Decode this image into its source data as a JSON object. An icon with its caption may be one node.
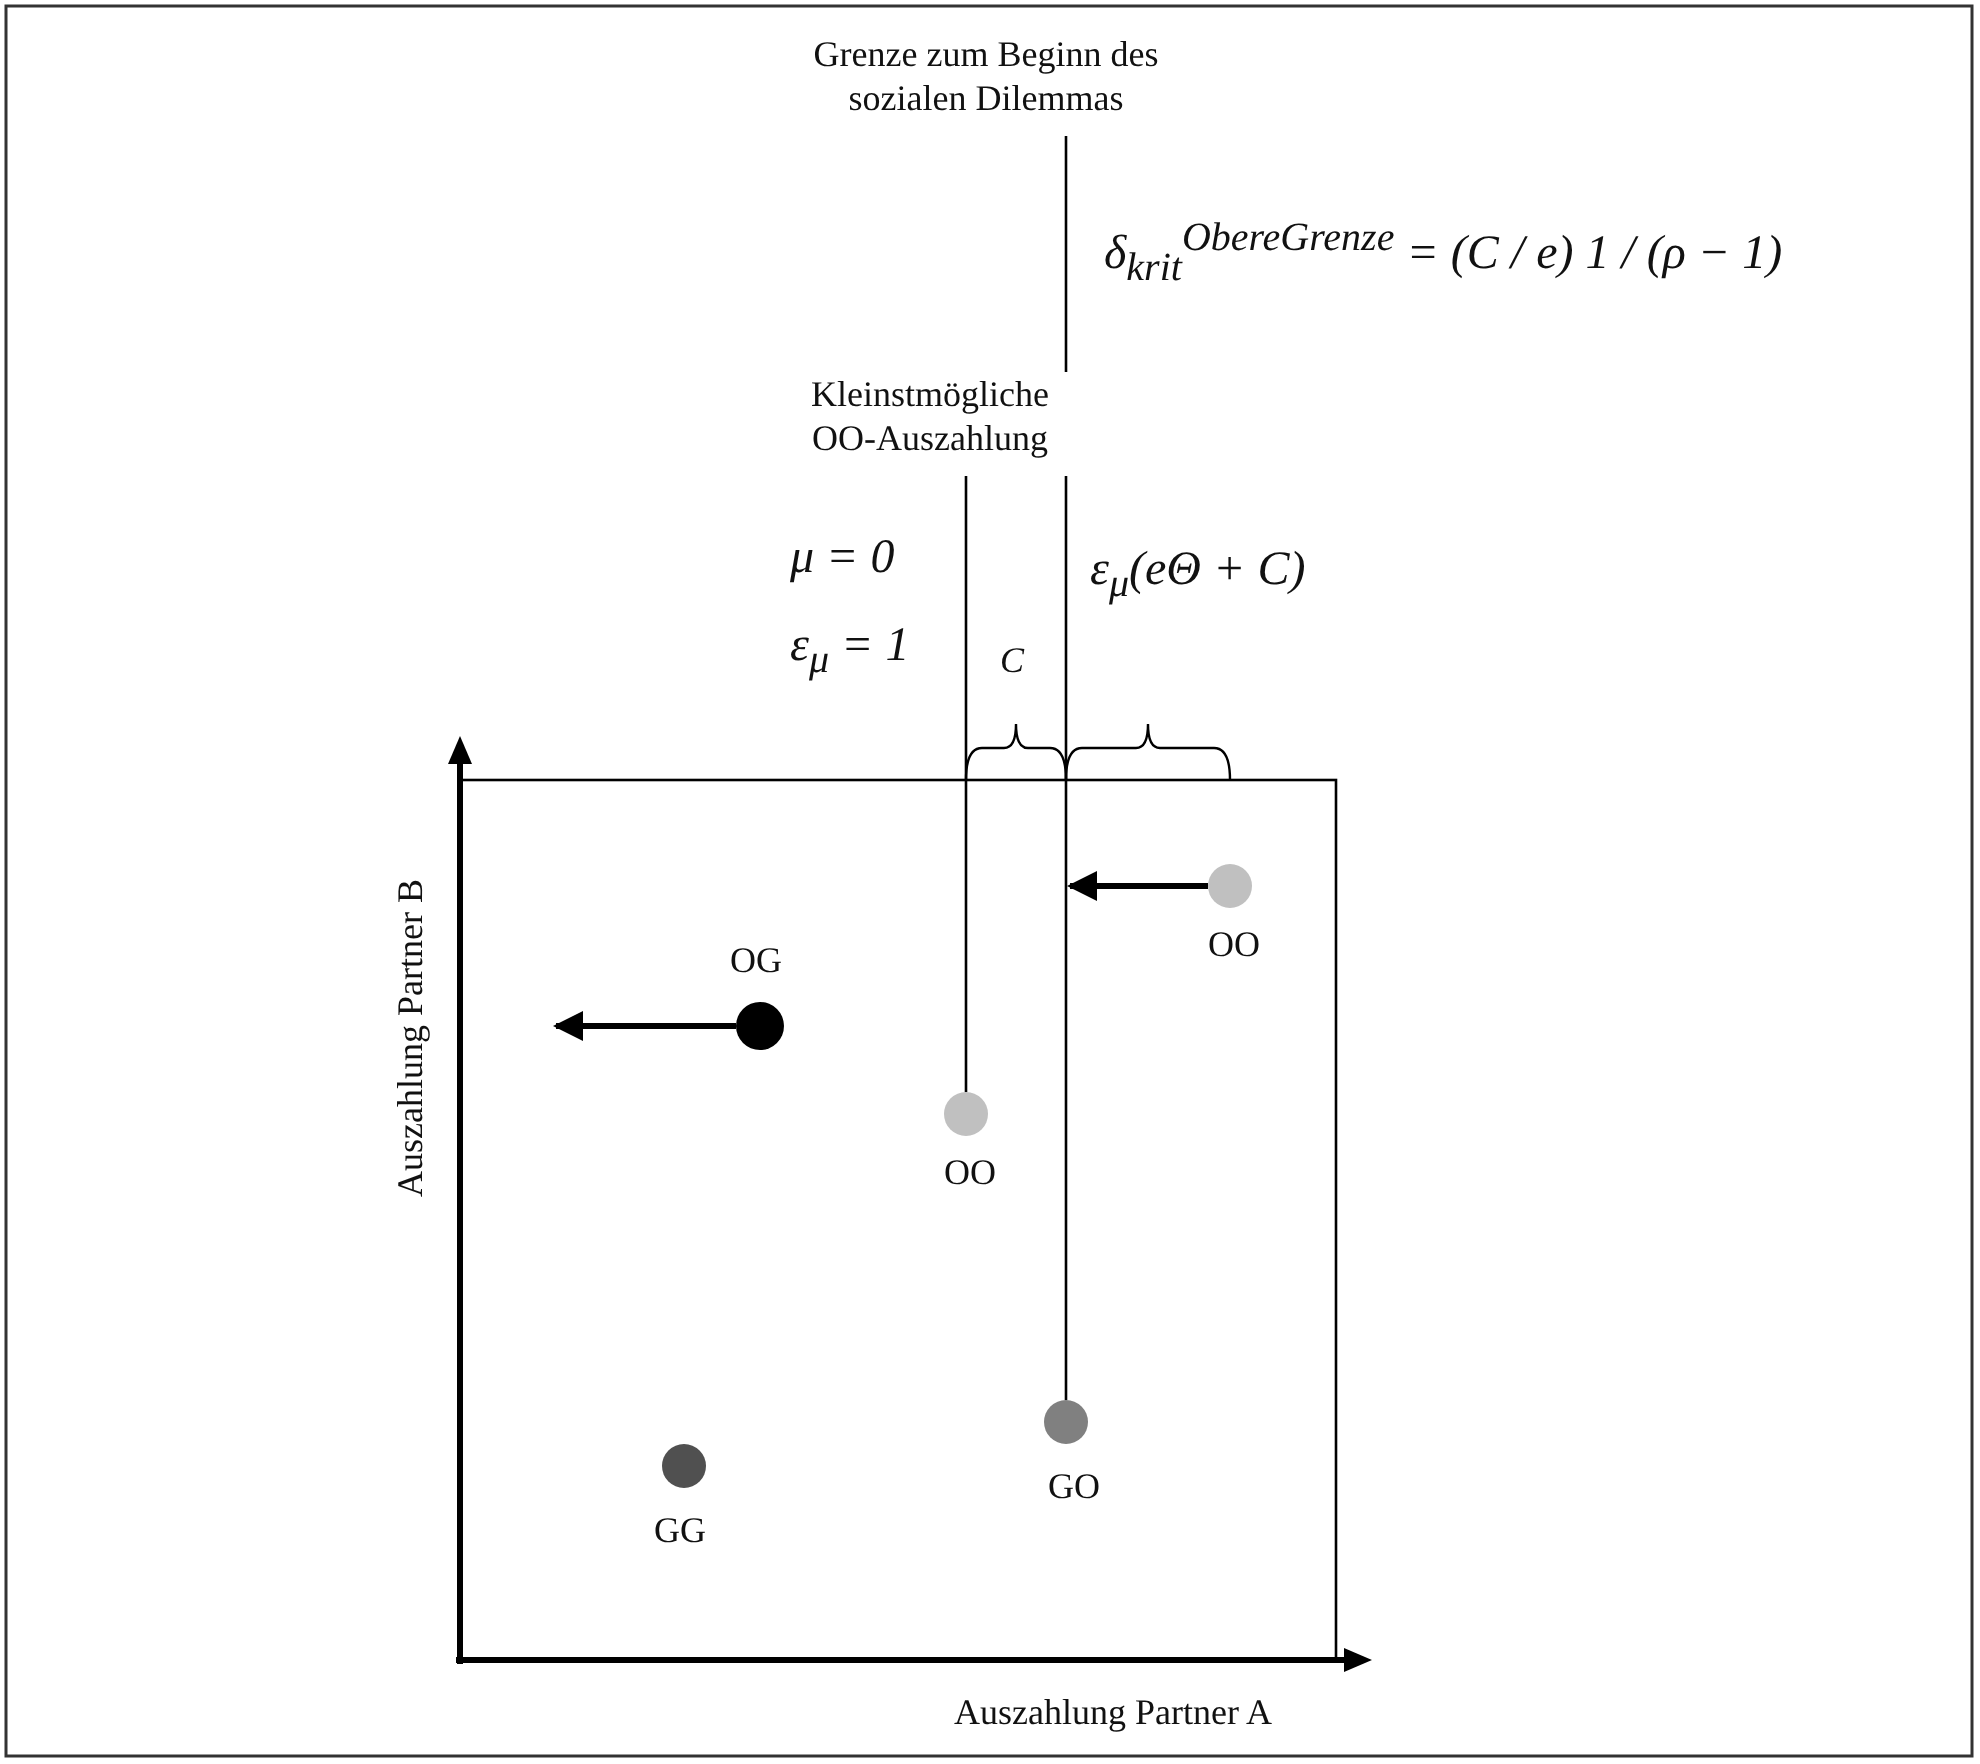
{
  "diagram": {
    "nodes": [
      {
        "text": [
          "Grenze zum Beginn des sozialen Dilemmas"
        ]
      },
      {
        "text": [
          "Kleinstmögliche OO-Auszahlung"
        ]
      },
      {
        "text": [],
        "shape": "circle",
        "beside": [
          "OO"
        ]
      },
      {
        "text": [],
        "shape": "circle",
        "beside": [
          "OG"
        ]
      },
      {
        "text": [],
        "shape": "circle",
        "beside": [
          "OO"
        ]
      },
      {
        "text": [],
        "shape": "circle",
        "beside": [
          "GO"
        ]
      },
      {
        "text": [],
        "shape": "circle",
        "beside": [
          "GG"
        ]
      }
    ],
    "edges": [
      {
        "from": 0,
        "to": 1,
        "arrow": "none"
      },
      {
        "from": 1,
        "to": 4,
        "arrow": "none"
      },
      {
        "from": 1,
        "to": 5,
        "arrow": "none"
      },
      {
        "from": 2,
        "to": null,
        "arrow": "to",
        "style": "thick"
      },
      {
        "from": 3,
        "to": null,
        "arrow": "to",
        "style": "thick"
      }
    ],
    "labels": [
      "δ$_{krit}$$^{ObereGrenze}$ = (C / e) 1 / (ρ − 1)",
      "μ = 0",
      "ε$_{μ}$ = 1",
      "C",
      "ε$_{μ}$(eΘ + C)",
      "Auszahlung Partner B",
      "Auszahlung Partner A"
    ]
  }
}
